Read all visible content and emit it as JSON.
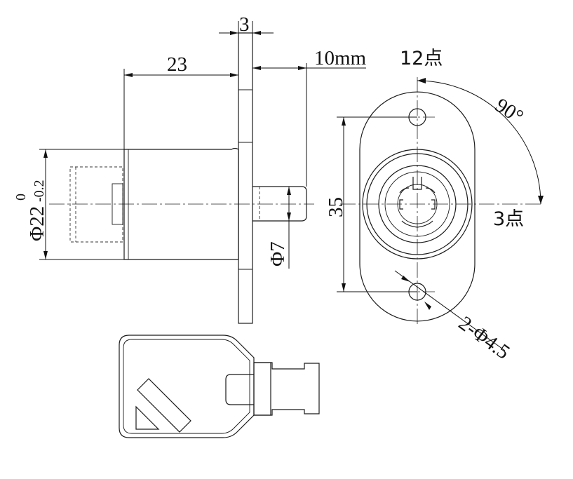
{
  "dimensions": {
    "flange_thickness": "3",
    "body_length": "23",
    "pin_length": "10mm",
    "body_diameter_main": "Φ22",
    "body_diameter_tol_upper": "0",
    "body_diameter_tol_lower": "-0.2",
    "pin_diameter": "Φ7",
    "hole_spacing": "35",
    "rotation_angle": "90°",
    "position_start": "12点",
    "position_end": "3点",
    "holes": "2-Φ4.5"
  }
}
